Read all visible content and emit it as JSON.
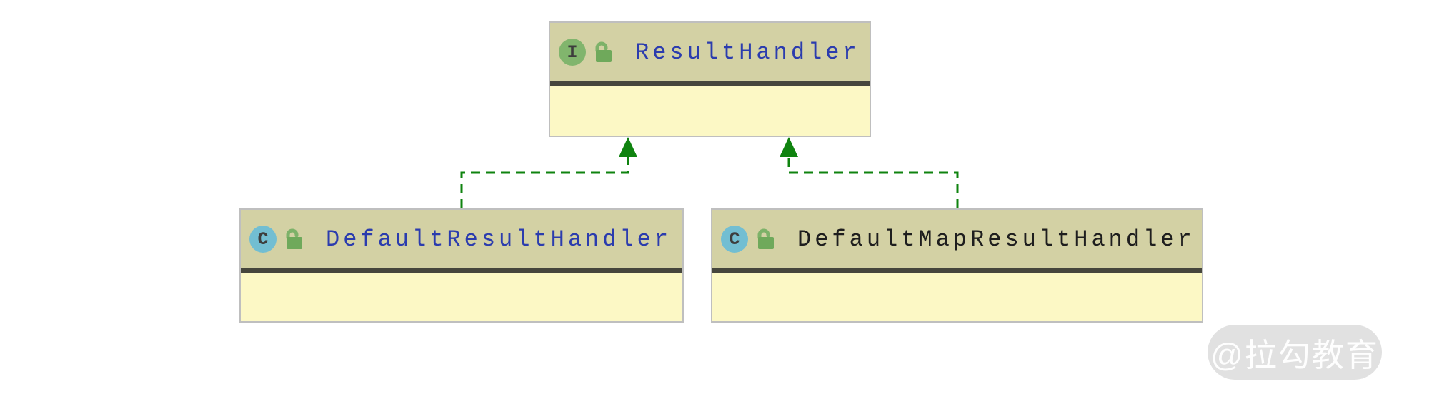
{
  "diagram": {
    "type": "uml-class-diagram",
    "background_color": "#ffffff",
    "edge_color": "#0f830f",
    "header_color": "#d3d1a4",
    "body_color": "#fcf8c5",
    "separator_color": "#46463c",
    "nodes": [
      {
        "name": "ResultHandler",
        "kind": "interface",
        "kind_letter": "I",
        "visibility": "public",
        "badge_color": "#81b56d",
        "title_color": "#2b3cae"
      },
      {
        "name": "DefaultResultHandler",
        "kind": "class",
        "kind_letter": "C",
        "visibility": "public",
        "badge_color": "#72bed2",
        "title_color": "#2b3cae"
      },
      {
        "name": "DefaultMapResultHandler",
        "kind": "class",
        "kind_letter": "C",
        "visibility": "public",
        "badge_color": "#72bed2",
        "title_color": "#1e1e1e"
      }
    ],
    "edges": [
      {
        "from": "DefaultResultHandler",
        "to": "ResultHandler",
        "type": "realization",
        "style": "dashed",
        "arrow": "filled-triangle"
      },
      {
        "from": "DefaultMapResultHandler",
        "to": "ResultHandler",
        "type": "realization",
        "style": "dashed",
        "arrow": "filled-triangle"
      }
    ]
  },
  "watermark": {
    "text": "@拉勾教育"
  }
}
